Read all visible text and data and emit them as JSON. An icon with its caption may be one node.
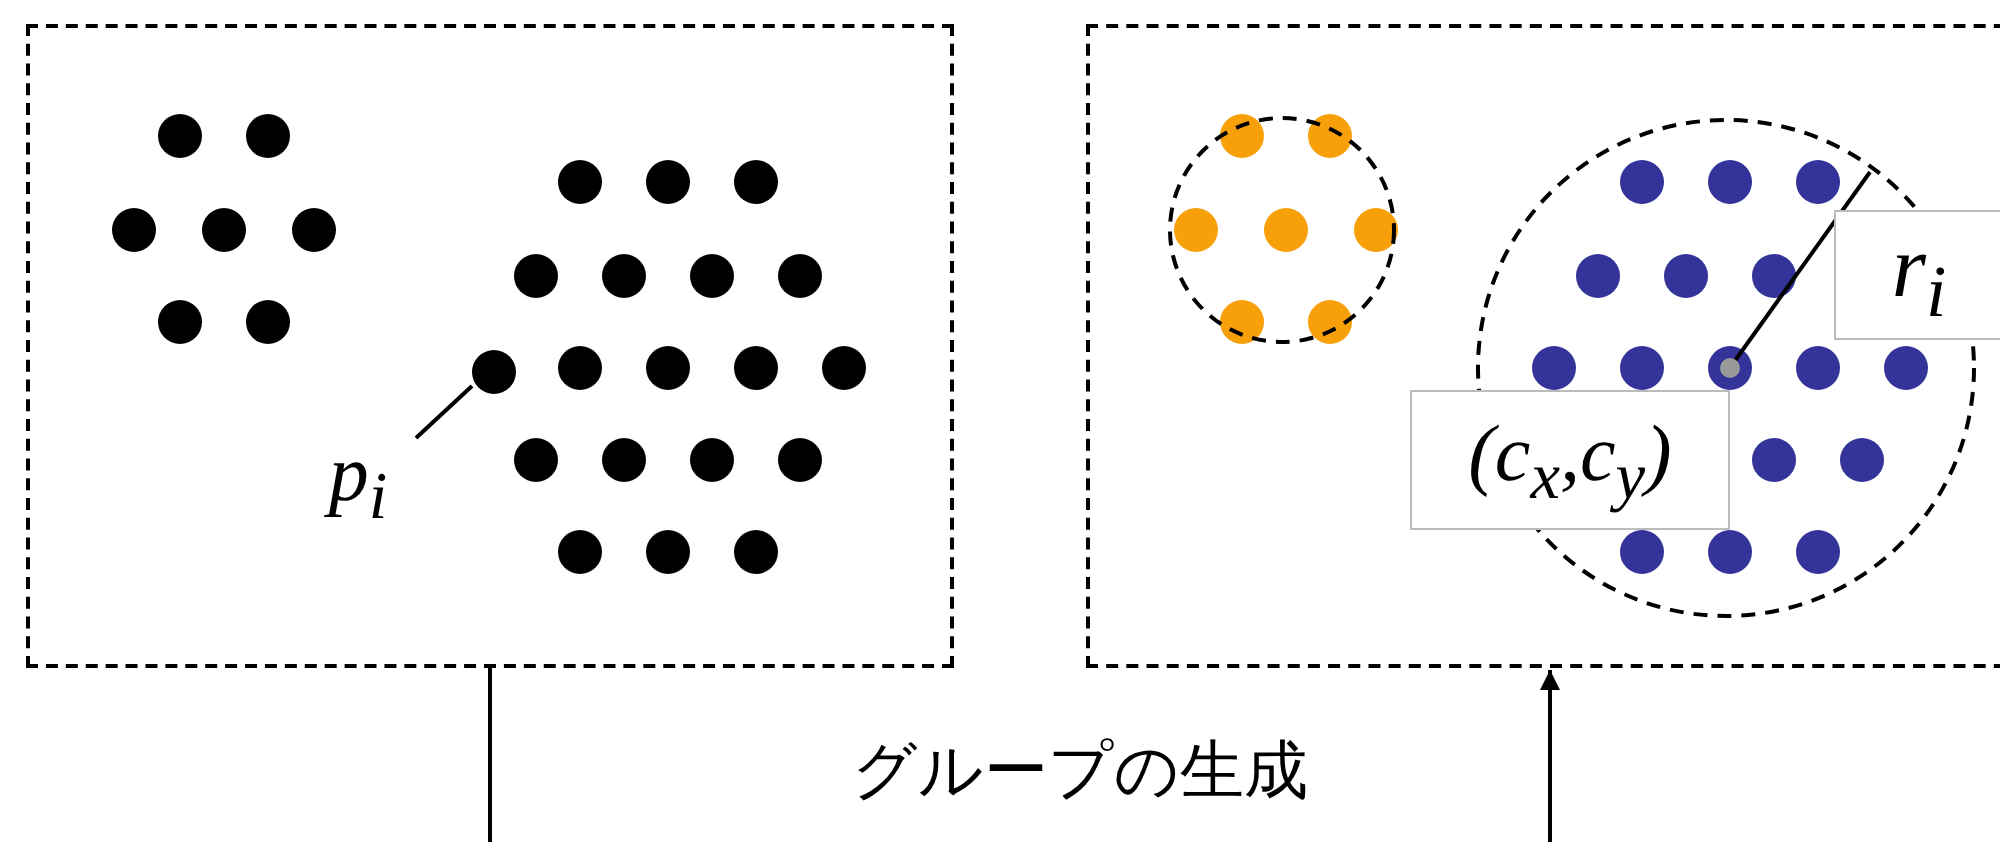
{
  "diagram": {
    "nodes": [
      {
        "text": [],
        "shape": "box"
      },
      {
        "text": [],
        "shape": "box"
      },
      {
        "text": [
          "p$_{i}$"
        ],
        "in": 0
      },
      {
        "text": [],
        "shape": "circle",
        "in": 0
      },
      {
        "text": [
          "r$_{i}$"
        ],
        "in": 1
      },
      {
        "text": [
          "(c$_{x}$,c$_{y}$)"
        ],
        "in": 1
      }
    ],
    "edges": [
      {
        "from": 0,
        "to": 1,
        "arrow": "to",
        "label": "グループの生成"
      },
      {
        "from": 2,
        "to": 3,
        "arrow": "none"
      }
    ]
  }
}
